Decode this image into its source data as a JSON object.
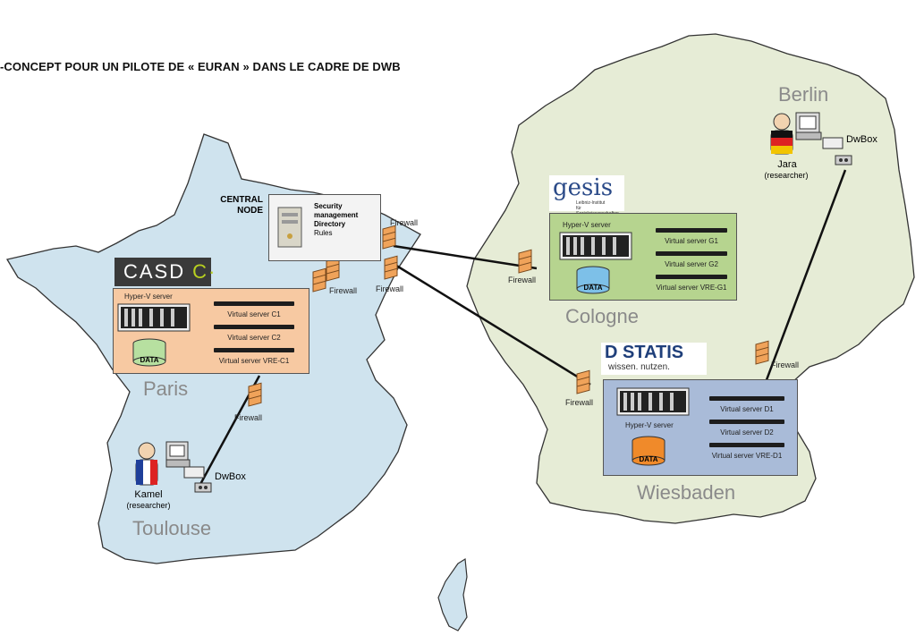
{
  "title": "-CONCEPT POUR UN PILOTE DE « EURAN » DANS LE CADRE DE DWB",
  "central_node": {
    "label_line1": "CENTRAL",
    "label_line2": "NODE",
    "security_line1": "Security",
    "security_line2": "management",
    "security_line3": "Directory",
    "security_line4": "Rules"
  },
  "firewall_label": "Firewall",
  "cities": {
    "paris": "Paris",
    "toulouse": "Toulouse",
    "cologne": "Cologne",
    "wiesbaden": "Wiesbaden",
    "berlin": "Berlin"
  },
  "logos": {
    "casd": "CASD",
    "gesis": "gesis",
    "gesis_sub1": "Leibniz-Institut",
    "gesis_sub2": "für Sozialwissenschaften",
    "destatis": "D STATIS",
    "destatis_sub": "wissen. nutzen."
  },
  "casd_box": {
    "hyperv": "Hyper-V server",
    "servers": [
      "Virtual server C1",
      "Virtual server C2",
      "Virtual server VRE-C1"
    ],
    "data": "DATA"
  },
  "gesis_box": {
    "hyperv": "Hyper-V server",
    "servers": [
      "Virtual server G1",
      "Virtual server G2",
      "Virtual server VRE-G1"
    ],
    "data": "DATA"
  },
  "destatis_box": {
    "hyperv": "Hyper-V server",
    "servers": [
      "Virtual server D1",
      "Virtual server D2",
      "Virtual server VRE-D1"
    ],
    "data": "DATA"
  },
  "researchers": {
    "kamel": {
      "name": "Kamel",
      "role": "(researcher)",
      "device": "DwBox"
    },
    "jara": {
      "name": "Jara",
      "role": "(researcher)",
      "device": "DwBox"
    }
  },
  "colors": {
    "france": "#cfe3ee",
    "germany": "#e6ecd6",
    "casd_box": "#f7c9a2",
    "gesis_box": "#b6d48f",
    "destatis_box": "#a9bbd8",
    "firewall": "#f0a35a",
    "db_casd": "#b7e0a0",
    "db_gesis": "#7dc0e8",
    "db_destatis": "#f08a2a"
  },
  "icons": {
    "firewall": "brick-wall-icon",
    "server": "server-tower-icon",
    "database": "database-cylinder-icon",
    "researcher": "person-icon",
    "computer": "monitor-icon",
    "dwbox": "dwbox-device-icon"
  }
}
